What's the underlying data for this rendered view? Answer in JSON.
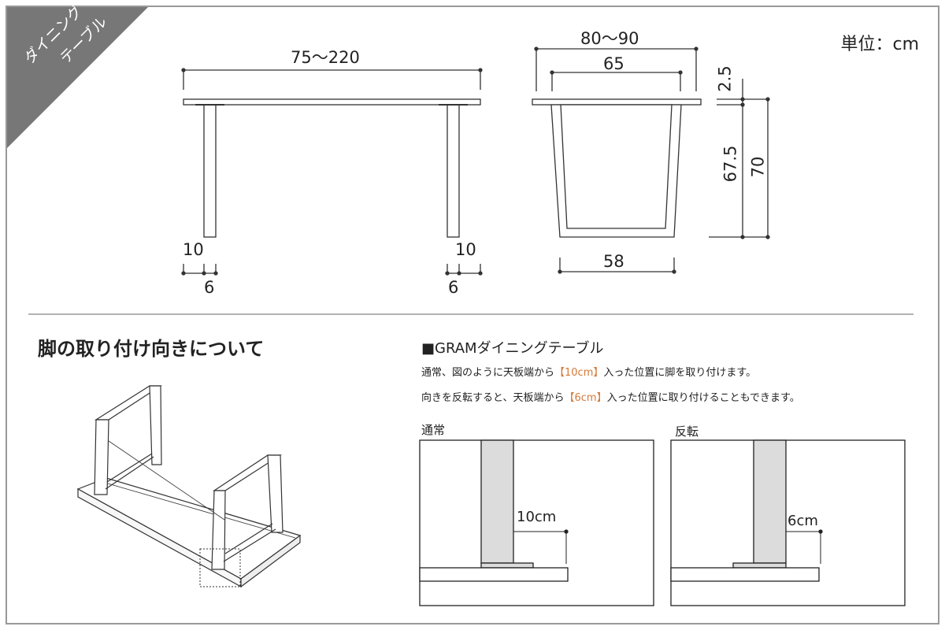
{
  "corner_tag": {
    "line1": "ダイニング",
    "line2": "テーブル",
    "bg_color": "#777777"
  },
  "unit_label": "単位：cm",
  "front_view": {
    "width_dim": "75～220",
    "left_leg_offset": "10",
    "left_leg_width": "6",
    "right_leg_offset": "10",
    "right_leg_width": "6"
  },
  "side_view": {
    "outer_width": "80～90",
    "inner_width": "65",
    "bottom_width": "58",
    "top_thickness": "2.5",
    "leg_height": "67.5",
    "total_height": "70"
  },
  "section_title": "脚の取り付け向きについて",
  "gram": {
    "heading": "■GRAMダイニングテーブル",
    "line1_pre": "通常、図のように天板端から",
    "line1_hl": "【10cm】",
    "line1_post": "入った位置に脚を取り付けます。",
    "line2_pre": "向きを反転すると、天板端から",
    "line2_hl": "【6cm】",
    "line2_post": "入った位置に取り付けることもできます。",
    "highlight_color": "#d67a3a"
  },
  "detail_normal": {
    "label": "通常",
    "dim": "10cm"
  },
  "detail_reversed": {
    "label": "反転",
    "dim": "6cm"
  }
}
